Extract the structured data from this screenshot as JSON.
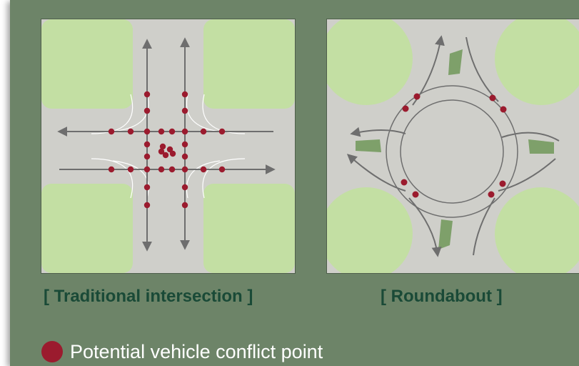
{
  "colors": {
    "background": "#6d8468",
    "road": "#cfcfca",
    "grass": "#c3dfa3",
    "island": "#7ea06a",
    "arrow": "#6e6e6e",
    "conflict_point": "#9b1b2e",
    "caption": "#1a4a37",
    "legend_text": "#ffffff"
  },
  "panels": {
    "traditional": {
      "caption": "[ Traditional intersection ]"
    },
    "roundabout": {
      "caption": "[ Roundabout ]"
    }
  },
  "legend": {
    "label": "Potential vehicle conflict point",
    "icon": "conflict-dot-icon"
  }
}
